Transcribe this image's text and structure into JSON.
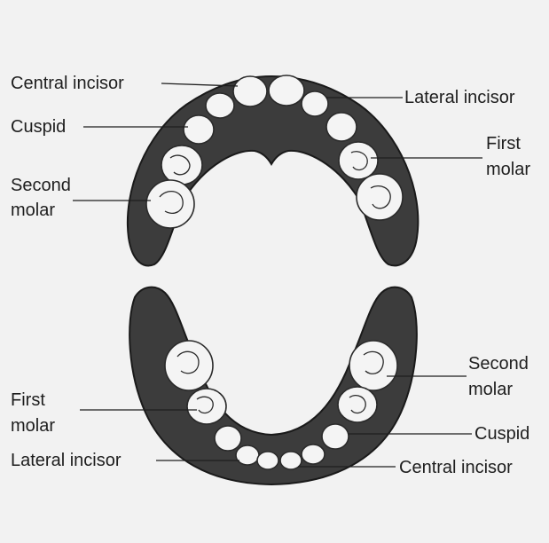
{
  "diagram": {
    "upper_arch": {
      "labels_left": [
        "Central incisor",
        "Cuspid",
        "Second",
        "molar"
      ],
      "labels_right": [
        "Lateral incisor",
        "First",
        "molar"
      ]
    },
    "lower_arch": {
      "labels_left": [
        "First",
        "molar",
        "Lateral incisor"
      ],
      "labels_right": [
        "Second",
        "molar",
        "Cuspid",
        "Central incisor"
      ]
    }
  },
  "colors": {
    "background": "#f2f2f2",
    "gum": "#3c3c3c",
    "gum_edge": "#1a1a1a",
    "tooth": "#f4f4f4",
    "tooth_outline": "#2a2a2a",
    "text": "#1e1e1e",
    "leader_line": "#1e1e1e"
  }
}
